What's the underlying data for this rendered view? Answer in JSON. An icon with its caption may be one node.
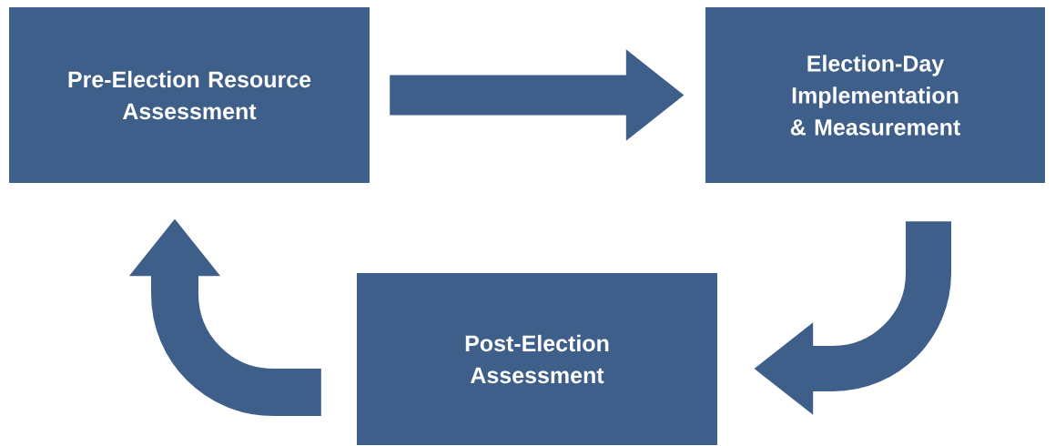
{
  "diagram": {
    "nodes": [
      {
        "text": [
          "Pre-Election Resource Assessment"
        ]
      },
      {
        "text": [
          "Election-Day Implementation & Measurement"
        ]
      },
      {
        "text": [
          "Post-Election Assessment"
        ]
      }
    ],
    "edges": [
      {
        "from": 0,
        "to": 1,
        "arrow": "to"
      },
      {
        "from": 1,
        "to": 2,
        "arrow": "to"
      },
      {
        "from": 2,
        "to": 0,
        "arrow": "to"
      }
    ]
  }
}
